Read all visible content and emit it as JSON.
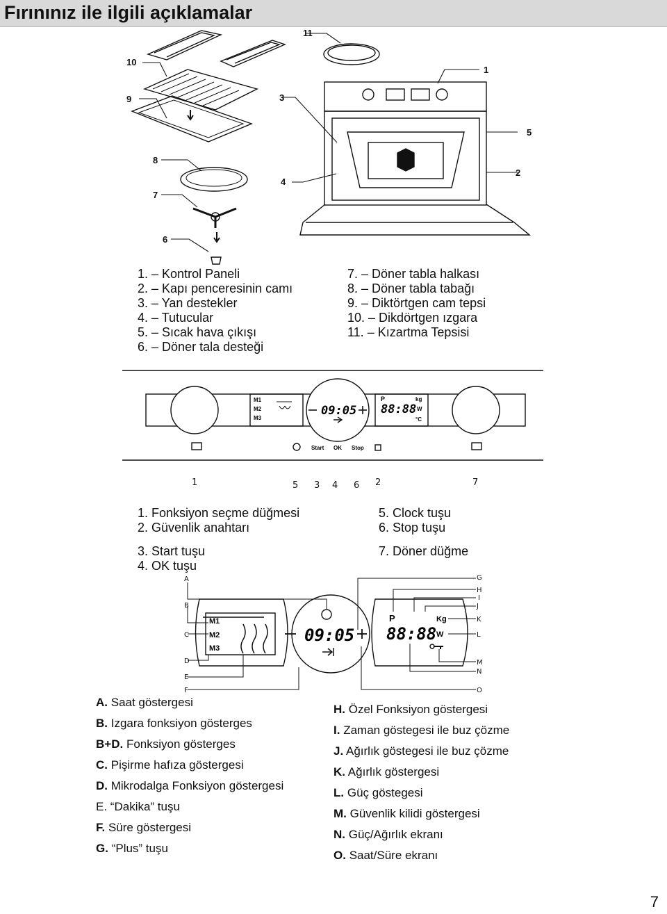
{
  "title": "Fırınınız ile ilgili açıklamalar",
  "oven_callouts": [
    "1",
    "2",
    "3",
    "4",
    "5",
    "6",
    "7",
    "8",
    "9",
    "10",
    "11"
  ],
  "oven_parts_left": [
    {
      "num": "1.",
      "text": "– Kontrol Paneli"
    },
    {
      "num": "2.",
      "text": "– Kapı penceresinin camı"
    },
    {
      "num": "3.",
      "text": "– Yan destekler"
    },
    {
      "num": "4.",
      "text": "– Tutucular"
    },
    {
      "num": "5.",
      "text": "– Sıcak hava çıkışı"
    },
    {
      "num": "6.",
      "text": "– Döner tala desteği"
    }
  ],
  "oven_parts_right": [
    {
      "num": "7.",
      "text": "– Döner tabla halkası"
    },
    {
      "num": "8.",
      "text": "– Döner tabla tabağı"
    },
    {
      "num": "9.",
      "text": "– Diktörtgen cam tepsi"
    },
    {
      "num": "10.",
      "text": "– Dikdörtgen ızgara"
    },
    {
      "num": "11.",
      "text": "– Kızartma Tepsisi"
    }
  ],
  "panel": {
    "display_time": "09:05",
    "display_right": "88:88",
    "memory": [
      "M1",
      "M2",
      "M3"
    ],
    "right_indicators": [
      "P",
      "kg",
      "W",
      "°C"
    ],
    "button_labels": [
      "Start",
      "OK",
      "Stop"
    ],
    "callouts": [
      "1",
      "5",
      "3",
      "4",
      "6",
      "2",
      "7"
    ]
  },
  "panel_keys_left": [
    {
      "num": "1.",
      "text": "Fonksiyon seçme düğmesi"
    },
    {
      "num": "2.",
      "text": "Güvenlik anahtarı"
    },
    {
      "num": "3.",
      "text": "Start tuşu"
    },
    {
      "num": "4.",
      "text": "OK tuşu"
    }
  ],
  "panel_keys_right": [
    {
      "num": "5.",
      "text": "Clock tuşu"
    },
    {
      "num": "6.",
      "text": "Stop tuşu"
    },
    {
      "num": "7.",
      "text": "Döner düğme"
    }
  ],
  "display": {
    "time": "09:05",
    "right": "88:88",
    "memory": [
      "M1",
      "M2",
      "M3"
    ],
    "indicators": [
      "P",
      "Kg",
      "W"
    ],
    "letters_left": [
      "A",
      "B",
      "C",
      "D",
      "E",
      "F"
    ],
    "letters_right": [
      "G",
      "H",
      "I",
      "J",
      "K",
      "L",
      "M",
      "N",
      "O"
    ]
  },
  "display_legend_left": [
    {
      "key": "A.",
      "text": "Saat göstergesi"
    },
    {
      "key": "B.",
      "text": "Izgara fonksiyon gösterges"
    },
    {
      "key": "B+D.",
      "text": "Fonksiyon gösterges"
    },
    {
      "key": "C.",
      "text": "Pişirme hafıza göstergesi"
    },
    {
      "key": "D.",
      "text": "Mikrodalga Fonksiyon göstergesi"
    },
    {
      "key": "E.",
      "text": "“Dakika” tuşu"
    },
    {
      "key": "F.",
      "text": "Süre göstergesi"
    },
    {
      "key": "G.",
      "text": "“Plus” tuşu"
    }
  ],
  "display_legend_right": [
    {
      "key": "H.",
      "text": "Özel Fonksiyon göstergesi"
    },
    {
      "key": "I.",
      "text": "Zaman göstegesi ile buz çözme"
    },
    {
      "key": "J.",
      "text": "Ağırlık göstegesi ile buz çözme"
    },
    {
      "key": "K.",
      "text": "Ağırlık göstergesi"
    },
    {
      "key": "L.",
      "text": "Güç göstegesi"
    },
    {
      "key": "M.",
      "text": "Güvenlik kilidi göstergesi"
    },
    {
      "key": "N.",
      "text": "Güç/Ağırlık ekranı"
    },
    {
      "key": "O.",
      "text": "Saat/Süre ekranı"
    }
  ],
  "page_number": "7"
}
